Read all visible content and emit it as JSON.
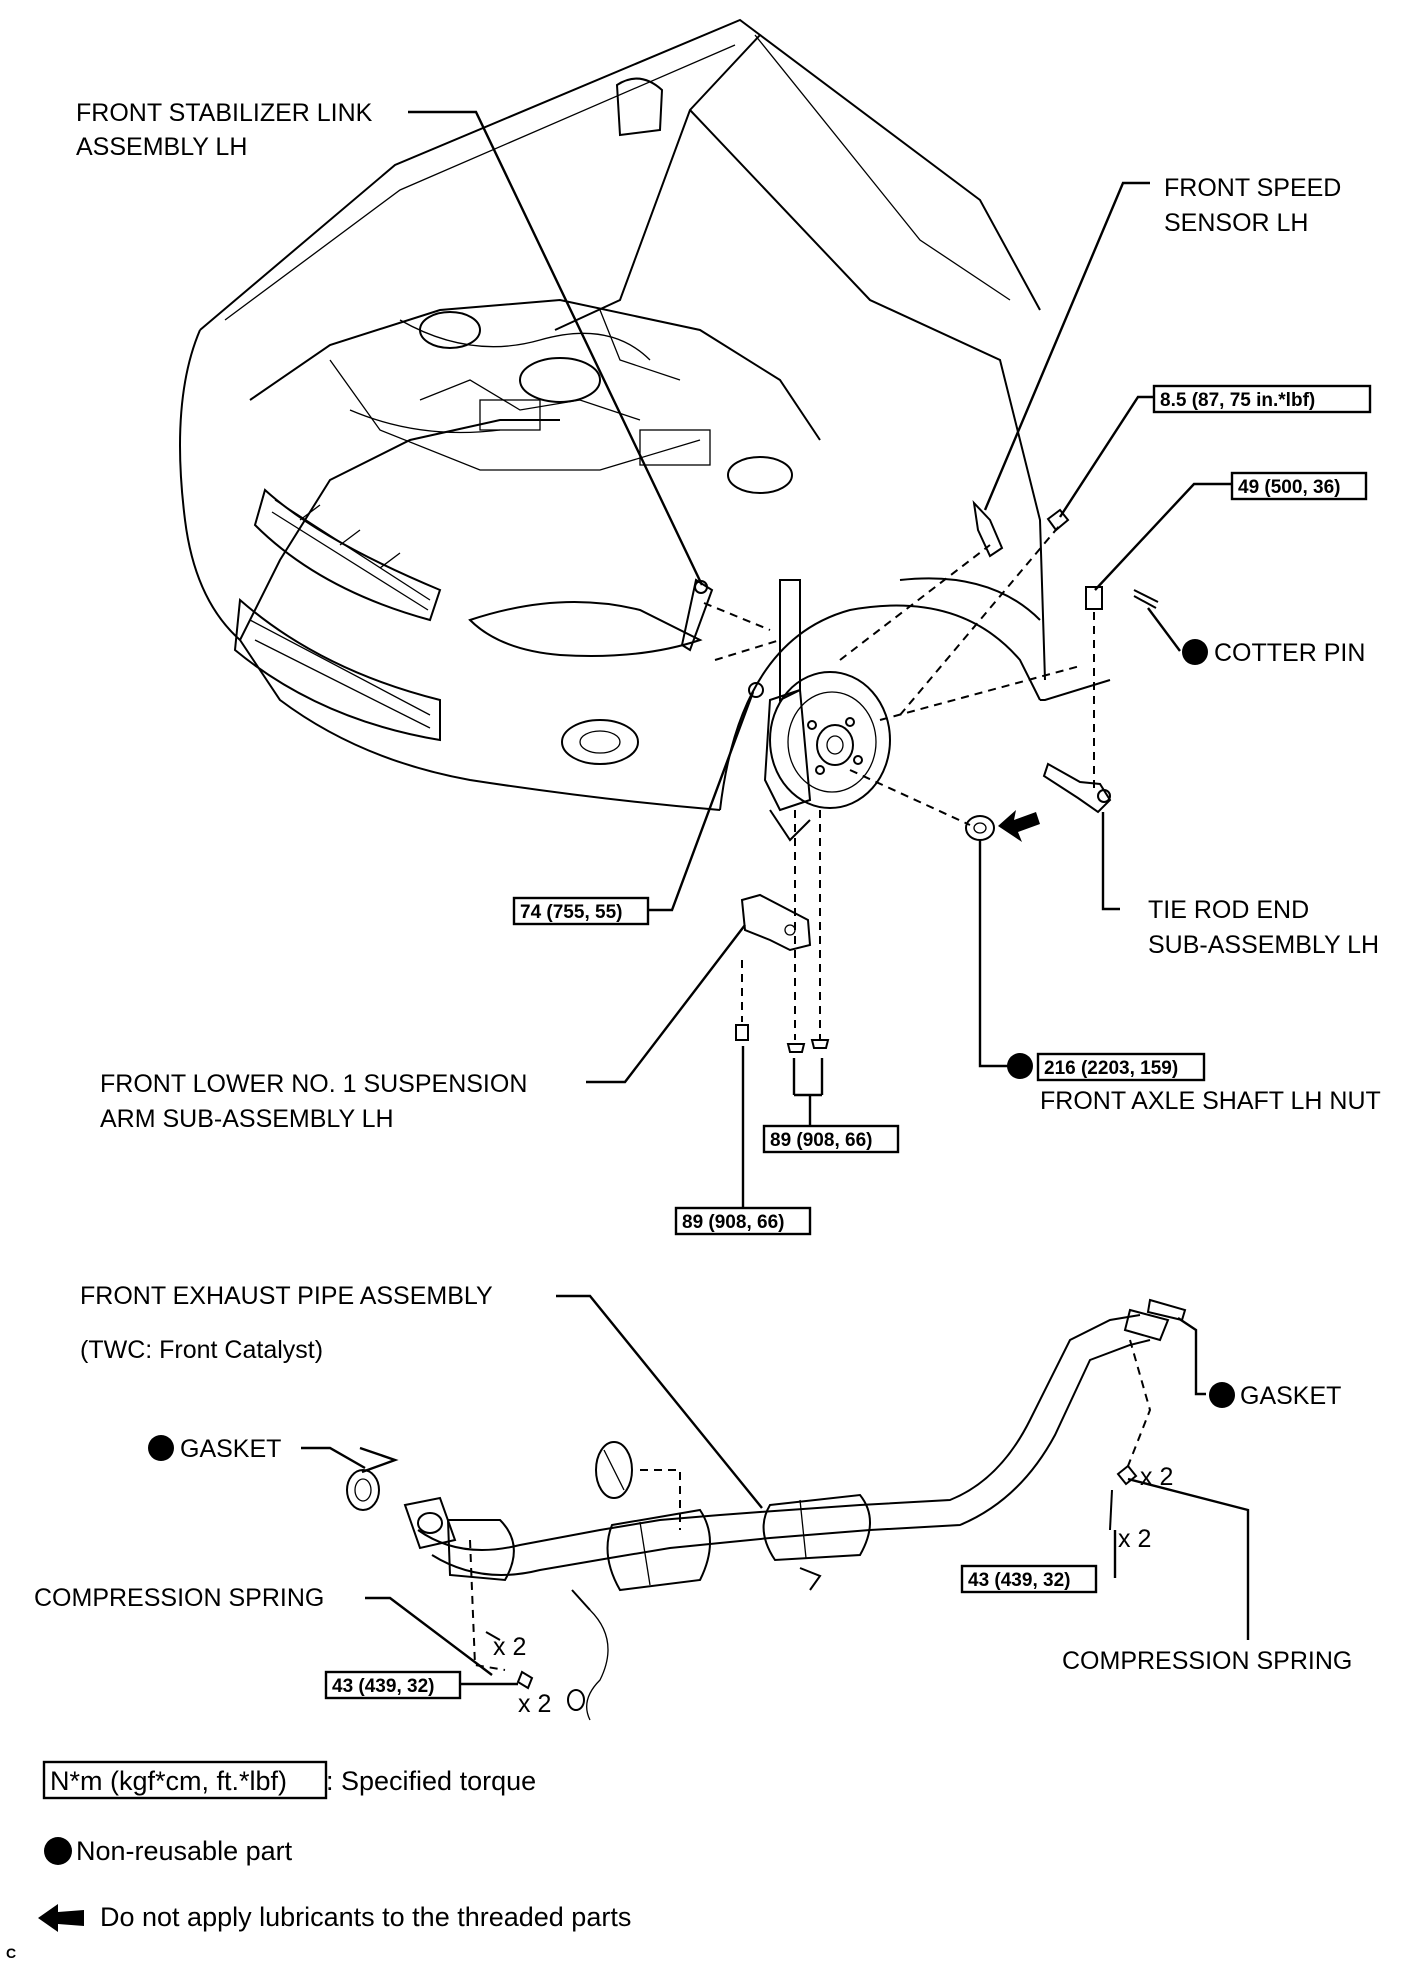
{
  "labels": {
    "stabilizer_link": [
      "FRONT STABILIZER LINK",
      "ASSEMBLY LH"
    ],
    "speed_sensor": [
      "FRONT SPEED",
      "SENSOR LH"
    ],
    "cotter_pin": "COTTER PIN",
    "tie_rod_end": [
      "TIE ROD END",
      "SUB-ASSEMBLY LH"
    ],
    "axle_nut": "FRONT AXLE SHAFT LH NUT",
    "lower_arm": [
      "FRONT LOWER NO. 1 SUSPENSION",
      "ARM SUB-ASSEMBLY LH"
    ],
    "exhaust_pipe": "FRONT EXHAUST PIPE ASSEMBLY",
    "exhaust_note": "(TWC: Front Catalyst)",
    "gasket_left": "GASKET",
    "gasket_right": "GASKET",
    "compression_spring_left": "COMPRESSION SPRING",
    "compression_spring_right": "COMPRESSION SPRING"
  },
  "torques": {
    "speed_sensor_bolt": "8.5 (87, 75 in.*lbf)",
    "tie_rod_nut": "49 (500, 36)",
    "stabilizer_nut": "74 (755, 55)",
    "axle_nut": "216 (2203, 159)",
    "arm_nuts": "89 (908, 66)",
    "arm_bolt": "89 (908, 66)",
    "exhaust_right": "43 (439, 32)",
    "exhaust_left": "43 (439, 32)"
  },
  "quantities": {
    "q1": "x 2",
    "q2": "x 2",
    "q3": "x 2",
    "q4": "x 2"
  },
  "legend": {
    "torque_box": "N*m (kgf*cm, ft.*lbf)",
    "torque_text": ": Specified torque",
    "non_reusable": "Non-reusable part",
    "no_lube": "Do not apply lubricants to the threaded parts"
  },
  "corner_mark": "C"
}
